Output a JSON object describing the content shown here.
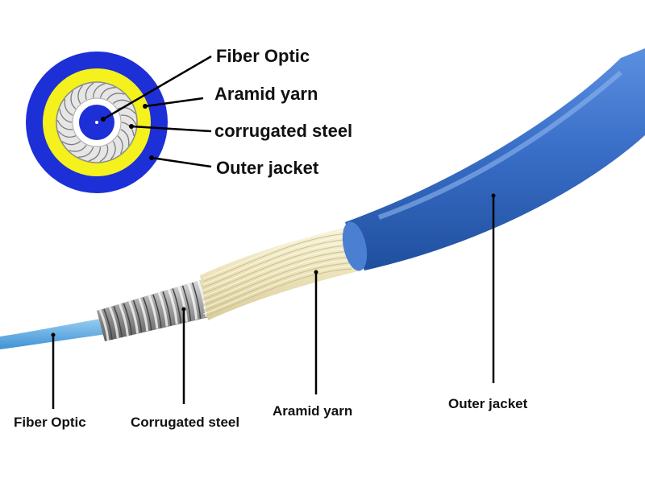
{
  "cross_section": {
    "labels": {
      "fiber_optic": "Fiber Optic",
      "aramid_yarn": "Aramid yarn",
      "corrugated_steel": "corrugated steel",
      "outer_jacket": "Outer jacket"
    }
  },
  "cable_view": {
    "labels": {
      "fiber_optic": "Fiber Optic",
      "corrugated_steel": "Corrugated steel",
      "aramid_yarn": "Aramid yarn",
      "outer_jacket": "Outer jacket"
    }
  },
  "colors": {
    "jacket_blue": "#1d2fd6",
    "yarn_yellow": "#f4f11c",
    "cable_blue": "#3a72c8",
    "fiber_light_blue": "#5aaee6",
    "yarn_cream": "#eee7c2",
    "steel_gray": "#9a9a9a"
  }
}
